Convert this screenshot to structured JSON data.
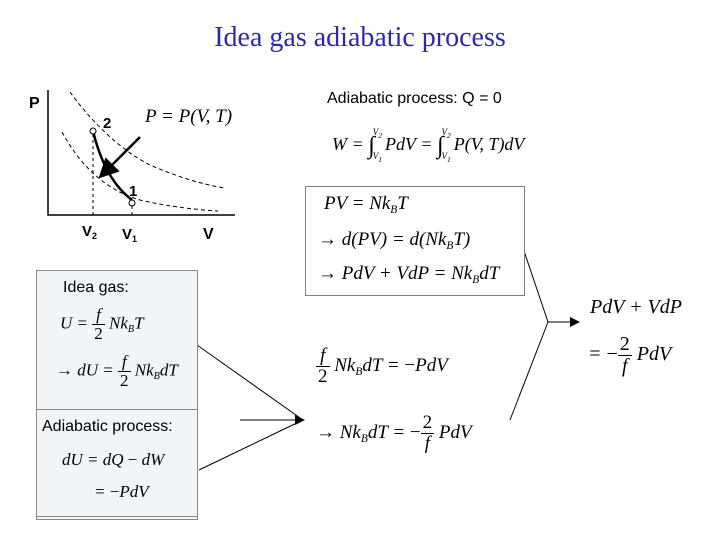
{
  "title": "Idea gas adiabatic process",
  "graph": {
    "axis_p": "P",
    "axis_v": "V",
    "state2_label": "2",
    "state1_label": "1",
    "v2_label": "V2",
    "v1_label": "V1",
    "state_equation": "P = P(V, T)"
  },
  "adiabatic_header": "Adiabatic process: Q = 0",
  "work_equation": "W = ∫V1V2 PdV = ∫V1V2 P(V, T)dV",
  "ideal_gas_box": {
    "line1": "PV = NkBT",
    "line2": "→ d(PV) = d(NkBT)",
    "line3": "→ PdV + VdP = NkBdT"
  },
  "idea_gas_panel": {
    "label": "Idea gas:",
    "eq1": "U = f/2 NkBT",
    "eq2": "→ dU = f/2 NkBdT"
  },
  "adiabatic_panel": {
    "label": "Adiabatic process:",
    "eq1": "dU = dQ − dW",
    "eq2": "= −PdV"
  },
  "result_middle": {
    "eq1": "f/2 NkBdT = −PdV",
    "eq2": "→ NkBdT = −2/f PdV"
  },
  "result_right": {
    "eq1": "PdV + VdP",
    "eq2": "= −2/f PdV"
  },
  "colors": {
    "title": "#2a2ab0",
    "panel_fill": "#f1f5f7",
    "panel_border": "#8a8a8a"
  }
}
